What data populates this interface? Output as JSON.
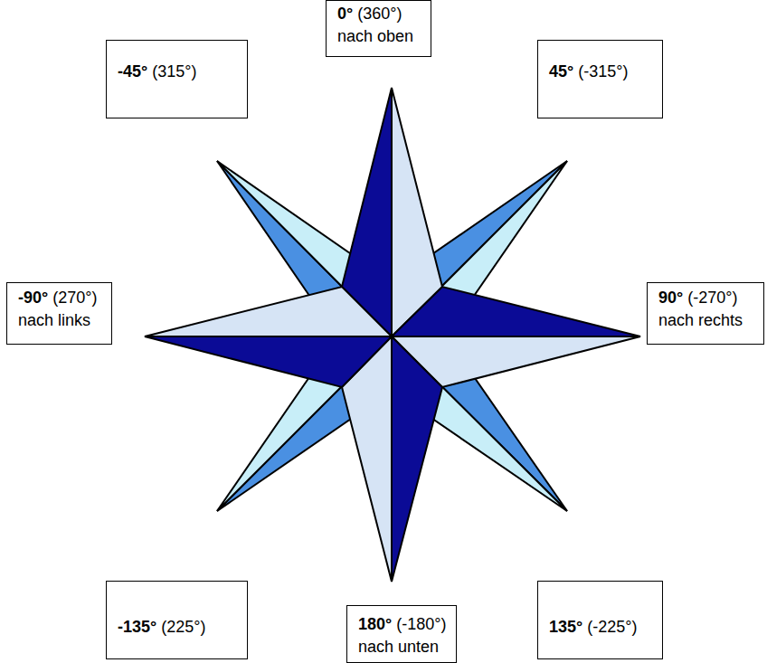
{
  "diagram": {
    "nodes": [
      {
        "text": [
          "0°",
          "(360°)",
          "nach oben"
        ]
      },
      {
        "text": [
          "-45°",
          "(315°)"
        ]
      },
      {
        "text": [
          "45°",
          "(-315°)"
        ]
      },
      {
        "text": [
          "-90°",
          "(270°)",
          "nach links"
        ]
      },
      {
        "text": [
          "90°",
          "(-270°)",
          "nach rechts"
        ]
      },
      {
        "text": [
          "-135°",
          "(225°)"
        ]
      },
      {
        "text": [
          "135°",
          "(-225°)"
        ]
      },
      {
        "text": [
          "180°",
          "(-180°)",
          "nach unten"
        ]
      }
    ]
  }
}
